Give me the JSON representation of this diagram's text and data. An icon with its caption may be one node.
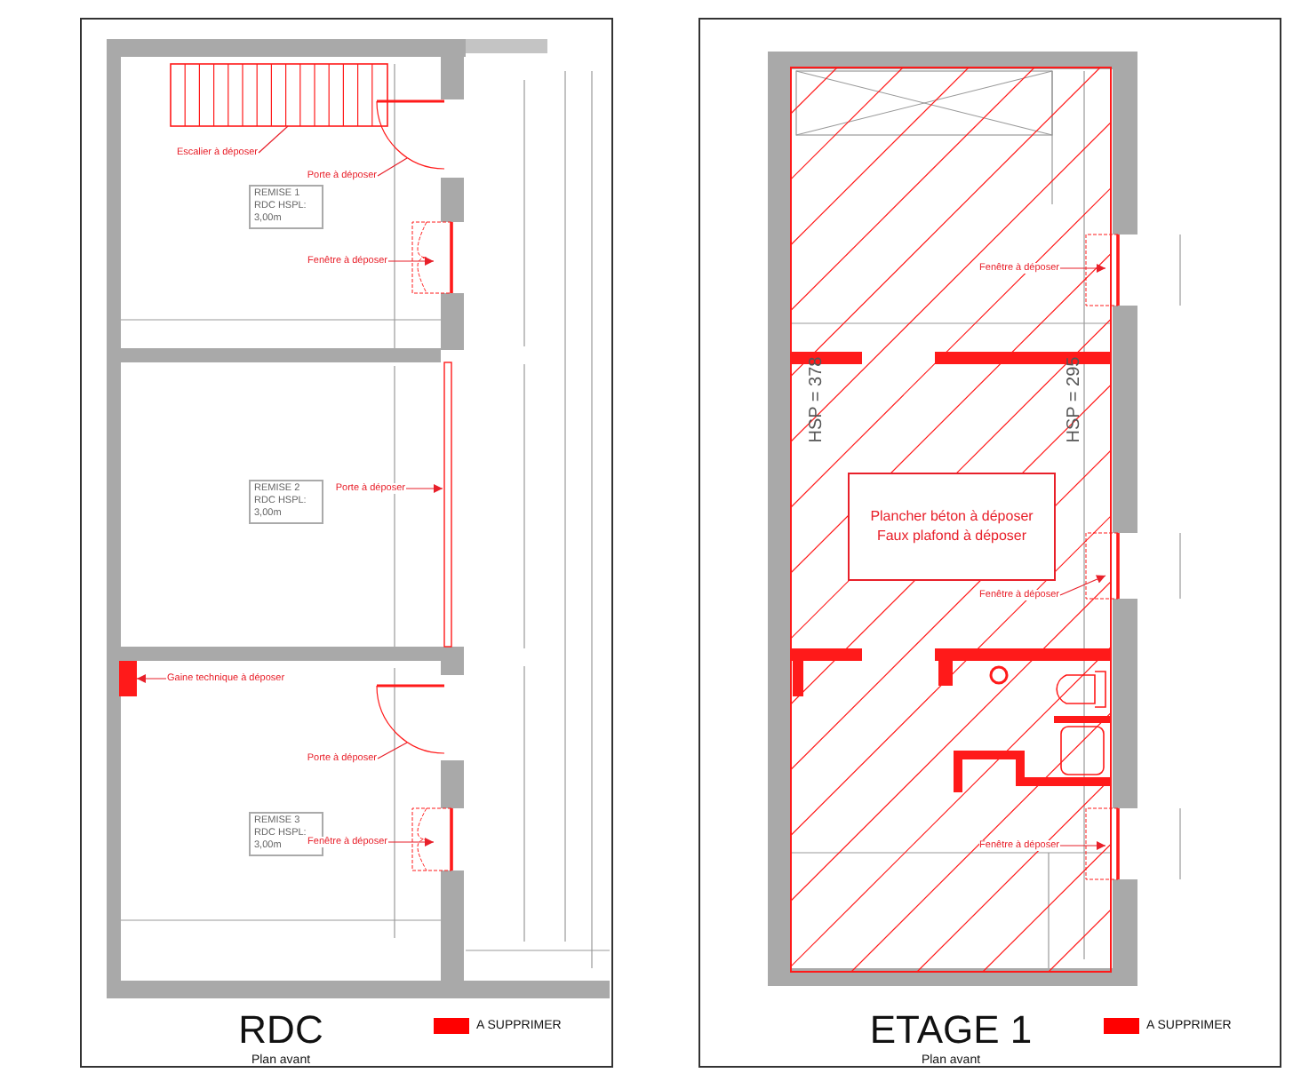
{
  "diagram": {
    "nodes": [
      {
        "text": [
          "Escalier à déposer"
        ]
      },
      {
        "text": [
          "Porte à déposer"
        ]
      },
      {
        "text": [
          "REMISE 1 RDC HSPL: 3,00m"
        ]
      },
      {
        "text": [
          "Fenêtre à déposer"
        ]
      },
      {
        "text": [
          "REMISE 2 RDC HSPL: 3,00m"
        ]
      },
      {
        "text": [
          "Porte à déposer"
        ]
      },
      {
        "text": [
          "Gaine technique à déposer"
        ]
      },
      {
        "text": [
          "Porte à déposer"
        ]
      },
      {
        "text": [
          "REMISE 3 RDC HSPL: 3,00m"
        ]
      },
      {
        "text": [
          "Fenêtre à déposer"
        ]
      },
      {
        "text": [
          "Fenêtre à déposer"
        ]
      },
      {
        "text": [
          "Plancher béton à déposer Faux plafond à déposer"
        ]
      },
      {
        "text": [
          "Fenêtre à déposer"
        ]
      },
      {
        "text": [
          "Fenêtre à déposer"
        ]
      }
    ],
    "edges": [
      {
        "from": 0,
        "to": null,
        "arrow": "none"
      },
      {
        "from": 1,
        "to": null,
        "arrow": "none"
      },
      {
        "from": 3,
        "to": null,
        "arrow": "to"
      },
      {
        "from": 5,
        "to": null,
        "arrow": "to"
      },
      {
        "from": 6,
        "to": null,
        "arrow": "to"
      },
      {
        "from": 7,
        "to": null,
        "arrow": "none"
      },
      {
        "from": 9,
        "to": null,
        "arrow": "to"
      },
      {
        "from": 10,
        "to": null,
        "arrow": "to"
      },
      {
        "from": 12,
        "to": null,
        "arrow": "to"
      },
      {
        "from": 13,
        "to": null,
        "arrow": "to"
      }
    ],
    "labels": [
      "HSP = 378",
      "HSP = 295",
      "RDC",
      "Plan avant",
      "ETAGE 1",
      "Plan avant"
    ],
    "legend": [
      {
        "text": "A SUPPRIMER",
        "color": "#ff0000"
      },
      {
        "text": "A SUPPRIMER",
        "color": "#ff0000"
      }
    ]
  }
}
